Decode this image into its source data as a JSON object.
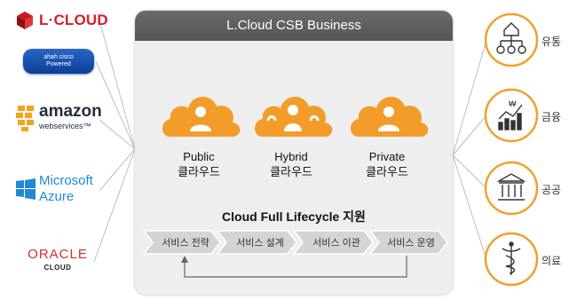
{
  "panel": {
    "title": "L.Cloud CSB Business"
  },
  "vendors": {
    "lcloud": "L·CLOUD",
    "cisco_logo": "ahah cisco",
    "cisco_powered": "Powered",
    "amazon_main": "amazon",
    "amazon_sub": "webservices™",
    "microsoft": "Microsoft",
    "azure": "Azure",
    "oracle": "ORACLE",
    "oracle_cloud": "CLOUD"
  },
  "clouds": [
    {
      "name": "Public",
      "sub": "클라우드"
    },
    {
      "name": "Hybrid",
      "sub": "클라우드"
    },
    {
      "name": "Private",
      "sub": "클라우드"
    }
  ],
  "lifecycle": {
    "title": "Cloud Full Lifecycle 지원",
    "steps": [
      "서비스 전략",
      "서비스 설계",
      "서비스 이관",
      "서비스 운영"
    ]
  },
  "sectors": [
    "유통",
    "금융",
    "공공",
    "의료"
  ],
  "colors": {
    "cloud_orange": "#f39c2a",
    "panel_header": "#5e5e5e",
    "icon_orange": "#f0a030"
  }
}
